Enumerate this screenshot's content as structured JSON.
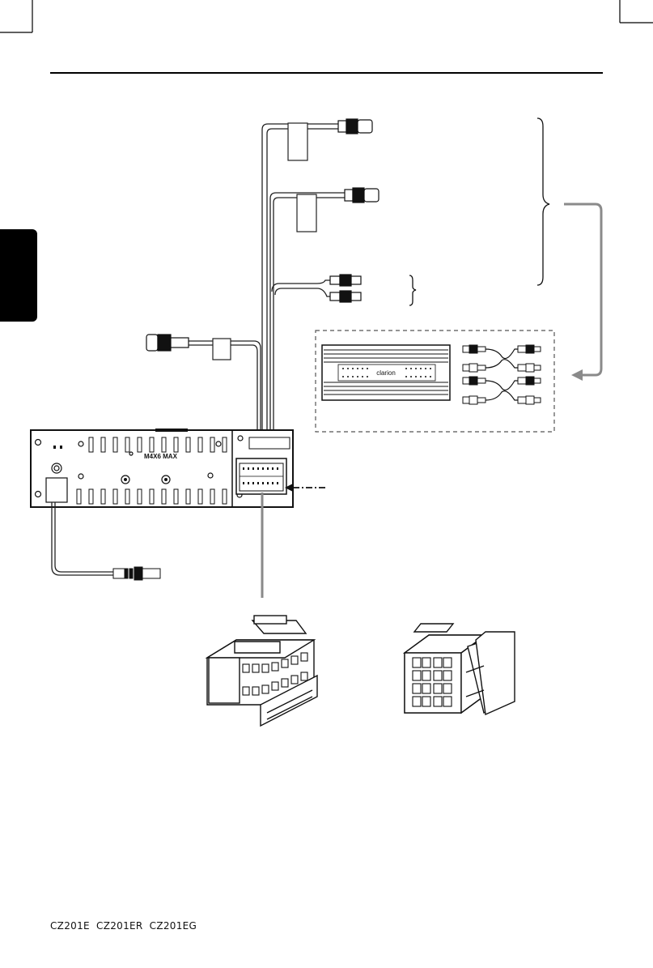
{
  "unit": {
    "bolt_label": "M4X6 MAX"
  },
  "amplifier": {
    "brand_label": "clarion"
  },
  "footer": {
    "models": [
      "CZ201E",
      "CZ201ER",
      "CZ201EG"
    ]
  },
  "icons": {
    "tab": "black-side-tab",
    "arrow": "gray-return-arrow",
    "connector": "iso-connector"
  }
}
